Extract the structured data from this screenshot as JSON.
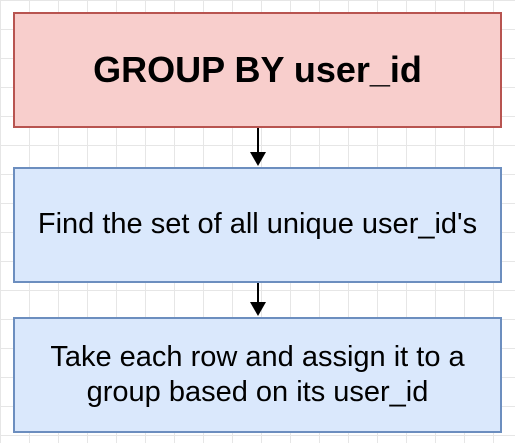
{
  "diagram": {
    "nodes": [
      {
        "id": "group-by",
        "label": "GROUP BY user_id",
        "fill": "#f8cecc",
        "stroke": "#b85450"
      },
      {
        "id": "find-unique",
        "label": "Find the set of all unique user_id's",
        "fill": "#dae8fc",
        "stroke": "#6c8ebf"
      },
      {
        "id": "assign-group",
        "label": "Take each row and assign it to a group based on its user_id",
        "fill": "#dae8fc",
        "stroke": "#6c8ebf"
      }
    ],
    "edges": [
      {
        "from": "group-by",
        "to": "find-unique"
      },
      {
        "from": "find-unique",
        "to": "assign-group"
      }
    ],
    "colors": {
      "grid": "#e6e6e6",
      "arrow": "#000000"
    }
  }
}
